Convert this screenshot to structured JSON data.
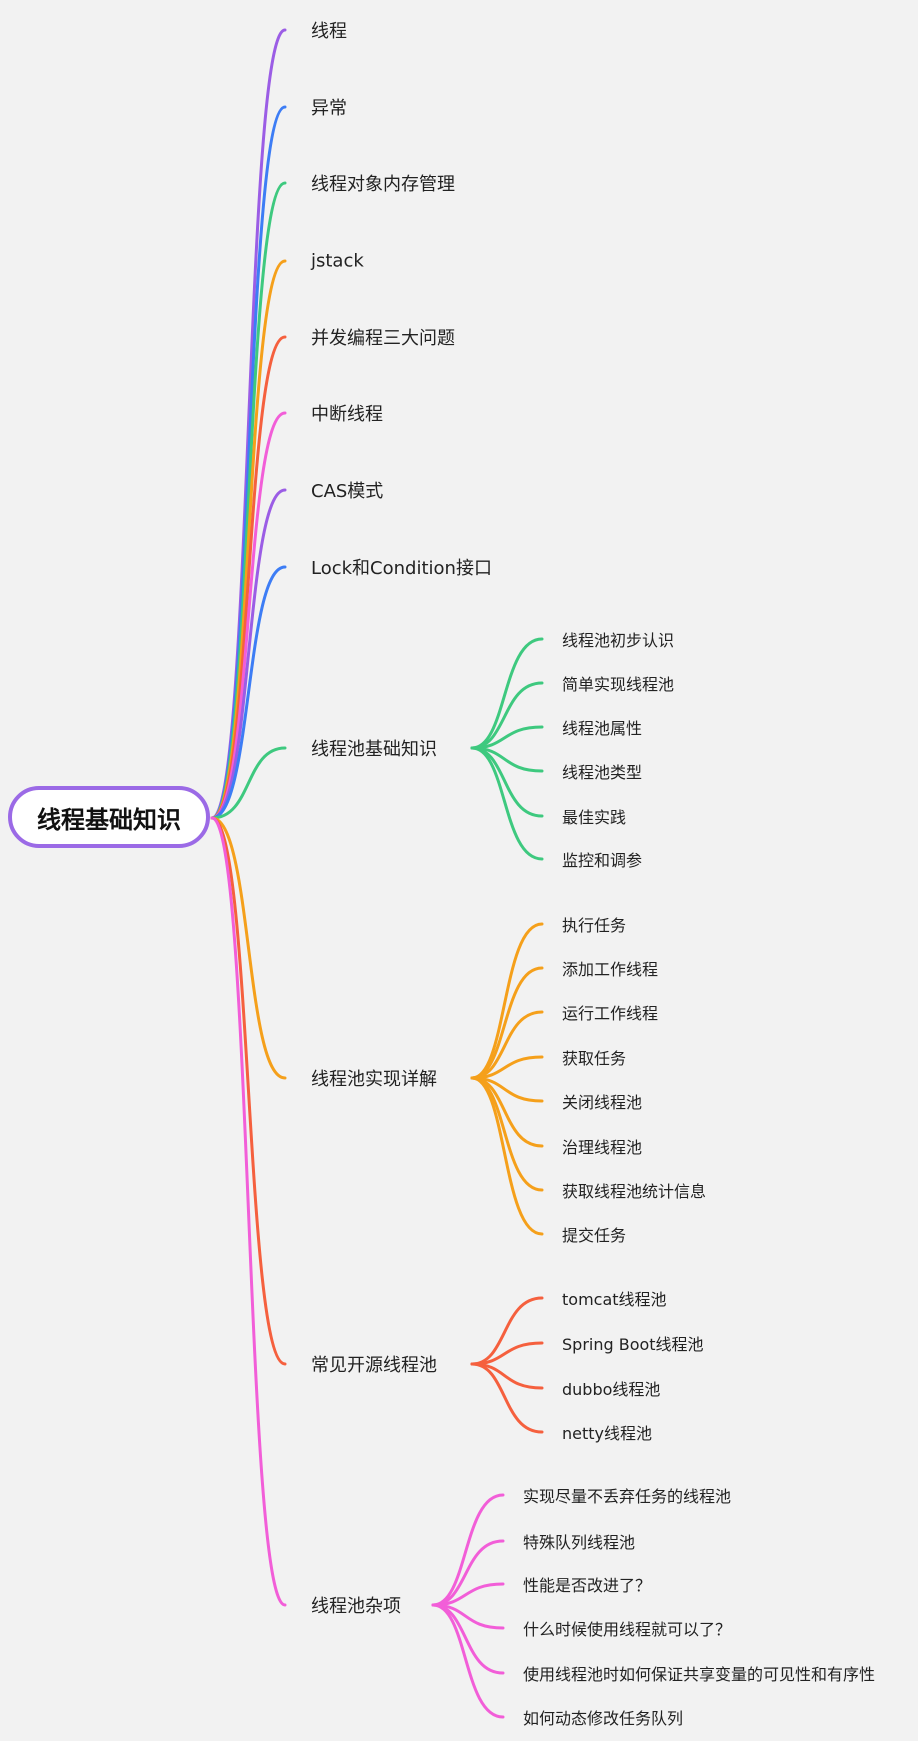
{
  "root": {
    "label": "线程基础知识",
    "color": "#9b6ae6"
  },
  "branches": [
    {
      "label": "线程",
      "color": "#9b5de5",
      "children": []
    },
    {
      "label": "异常",
      "color": "#3d7df5",
      "children": []
    },
    {
      "label": "线程对象内存管理",
      "color": "#3ec97f",
      "children": []
    },
    {
      "label": "jstack",
      "color": "#f5a01b",
      "children": []
    },
    {
      "label": "并发编程三大问题",
      "color": "#f5603e",
      "children": []
    },
    {
      "label": "中断线程",
      "color": "#f25ed8",
      "children": []
    },
    {
      "label": "CAS模式",
      "color": "#9b5de5",
      "children": []
    },
    {
      "label": "Lock和Condition接口",
      "color": "#3d7df5",
      "children": []
    },
    {
      "label": "线程池基础知识",
      "color": "#3ec97f",
      "children": [
        "线程池初步认识",
        "简单实现线程池",
        "线程池属性",
        "线程池类型",
        "最佳实践",
        "监控和调参"
      ]
    },
    {
      "label": "线程池实现详解",
      "color": "#f5a01b",
      "children": [
        "执行任务",
        "添加工作线程",
        "运行工作线程",
        "获取任务",
        "关闭线程池",
        "治理线程池",
        "获取线程池统计信息",
        "提交任务"
      ]
    },
    {
      "label": "常见开源线程池",
      "color": "#f5603e",
      "children": [
        "tomcat线程池",
        "Spring Boot线程池",
        "dubbo线程池",
        "netty线程池"
      ]
    },
    {
      "label": "线程池杂项",
      "color": "#f25ed8",
      "children": [
        "实现尽量不丢弃任务的线程池",
        "特殊队列线程池",
        "性能是否改进了？",
        "什么时候使用线程就可以了？",
        "使用线程池时如何保证共享变量的可见性和有序性",
        "如何动态修改任务队列"
      ]
    }
  ]
}
